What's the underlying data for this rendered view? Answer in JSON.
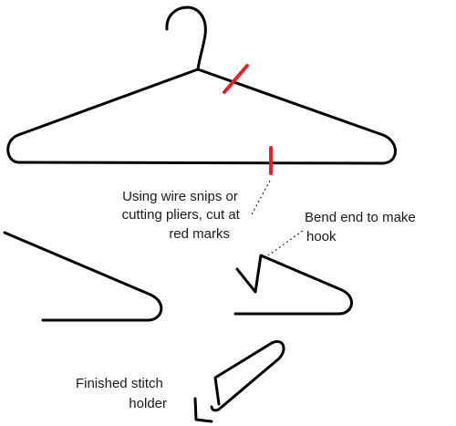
{
  "colors": {
    "wire": "#000000",
    "cut_mark": "#e8202a",
    "text": "#1a1a1a",
    "background": "#ffffff"
  },
  "labels": {
    "cut_instruction": [
      "Using wire snips or",
      "cutting pliers,  cut at",
      "red marks"
    ],
    "bend_instruction": [
      "Bend end to make",
      "hook"
    ],
    "finished": [
      "Finished stitch",
      "holder"
    ]
  }
}
